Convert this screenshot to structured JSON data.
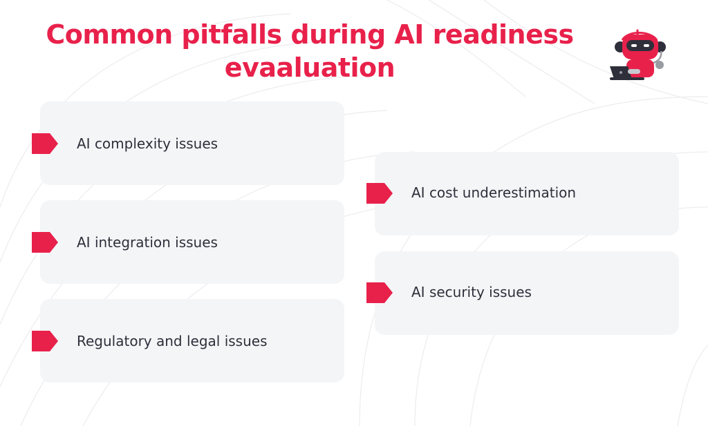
{
  "title": {
    "line1": "Common pitfalls during AI readiness",
    "line2": "evaaluation"
  },
  "colors": {
    "accent": "#e8214b",
    "card_background": "#f4f5f7",
    "text": "#2e2f3a"
  },
  "left_column": {
    "items": [
      {
        "label": "AI complexity issues"
      },
      {
        "label": "AI integration issues"
      },
      {
        "label": "Regulatory and legal issues"
      }
    ]
  },
  "right_column": {
    "items": [
      {
        "label": "AI cost underestimation"
      },
      {
        "label": "AI security issues"
      }
    ]
  },
  "icons": {
    "mascot": "robot-with-laptop-icon",
    "marker": "pentagon-arrow-icon"
  }
}
